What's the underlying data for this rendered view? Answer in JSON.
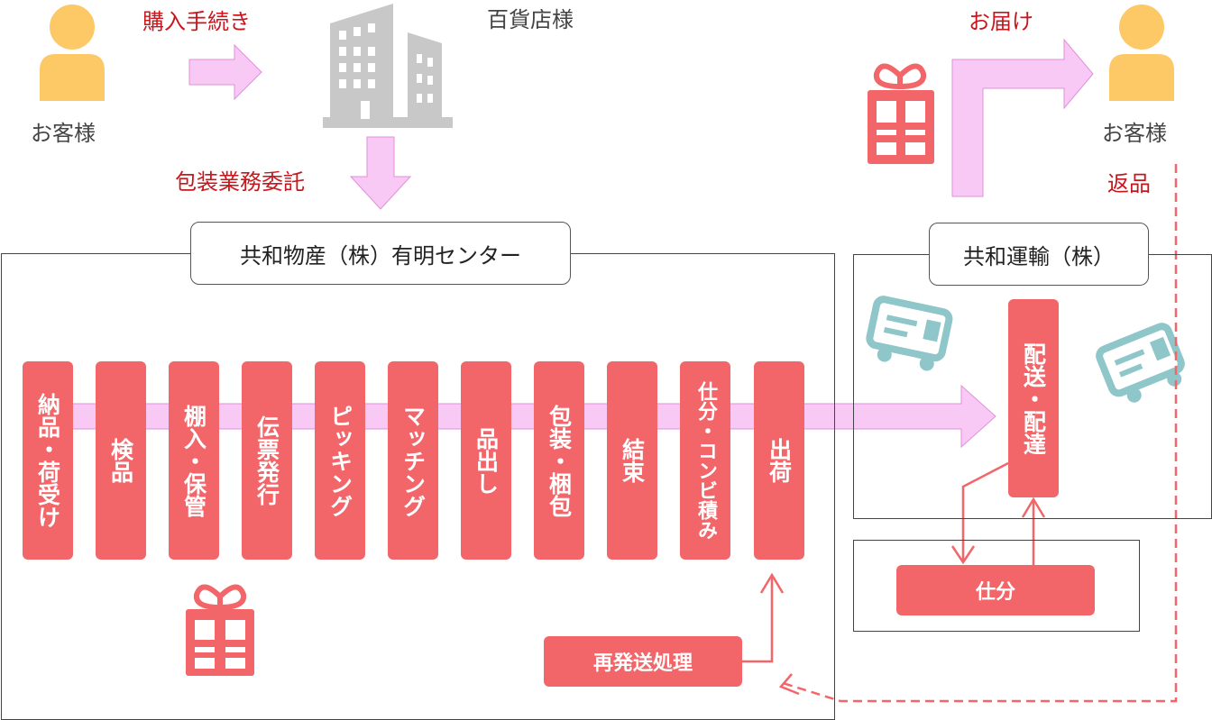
{
  "labels": {
    "customer_left": "お客様",
    "purchase": "購入手続き",
    "department_store": "百貨店様",
    "outsourcing": "包装業務委託",
    "delivery_label": "お届け",
    "customer_right": "お客様",
    "return_label": "返品"
  },
  "center": {
    "title": "共和物産（株）有明センター",
    "steps": [
      "納品・荷受け",
      "検品",
      "棚入・保管",
      "伝票発行",
      "ピッキング",
      "マッチング",
      "品出し",
      "包装・梱包",
      "結束",
      "仕分・コンビ積み",
      "出荷"
    ],
    "reship": "再発送処理"
  },
  "transport": {
    "title": "共和運輸（株）",
    "delivery_box": "配送・配達",
    "sort_box": "仕分"
  },
  "colors": {
    "accent_red": "#f2666a",
    "label_red": "#c8161d",
    "arrow_pink": "#f9c9f5",
    "person_yellow": "#fcc966",
    "building_grey": "#c8c8c8",
    "truck_teal": "#8ec6c9"
  },
  "icons": [
    "person-icon",
    "building-icon",
    "gift-icon",
    "truck-icon"
  ]
}
